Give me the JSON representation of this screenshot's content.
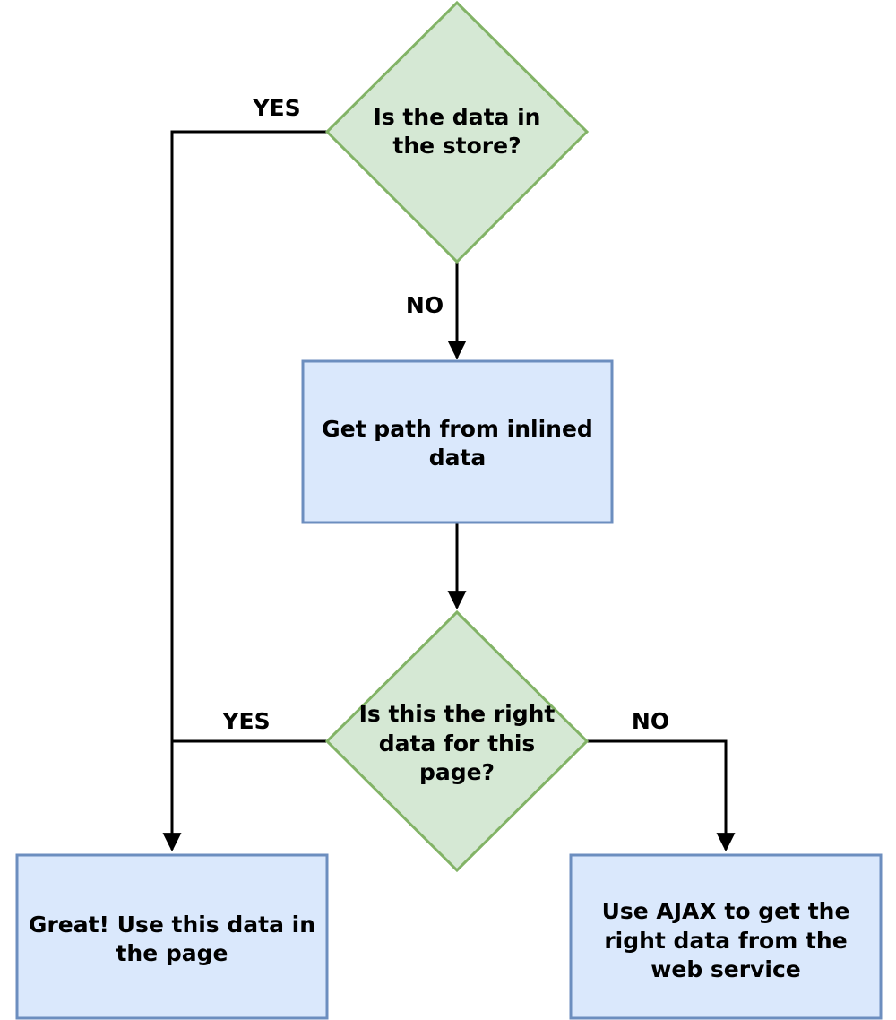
{
  "nodes": {
    "decision_store": {
      "label": "Is the data in the store?",
      "shape": "diamond"
    },
    "get_path": {
      "label": "Get path from inlined data",
      "shape": "box"
    },
    "decision_right_data": {
      "label": "Is this the right data for this page?",
      "shape": "diamond"
    },
    "use_data": {
      "label": "Great! Use this data in the page",
      "shape": "box"
    },
    "use_ajax": {
      "label": "Use AJAX to get the right data from the web service",
      "shape": "box"
    }
  },
  "edges": {
    "store_yes": {
      "label": "YES",
      "from": "decision_store",
      "to": "use_data"
    },
    "store_no": {
      "label": "NO",
      "from": "decision_store",
      "to": "get_path"
    },
    "path_to_decision": {
      "label": "",
      "from": "get_path",
      "to": "decision_right_data"
    },
    "right_yes": {
      "label": "YES",
      "from": "decision_right_data",
      "to": "use_data"
    },
    "right_no": {
      "label": "NO",
      "from": "decision_right_data",
      "to": "use_ajax"
    }
  },
  "colors": {
    "diamond_fill": "#d5e8d4",
    "diamond_stroke": "#82b366",
    "box_fill": "#dae8fc",
    "box_stroke": "#6c8ebf",
    "line": "#000000"
  }
}
